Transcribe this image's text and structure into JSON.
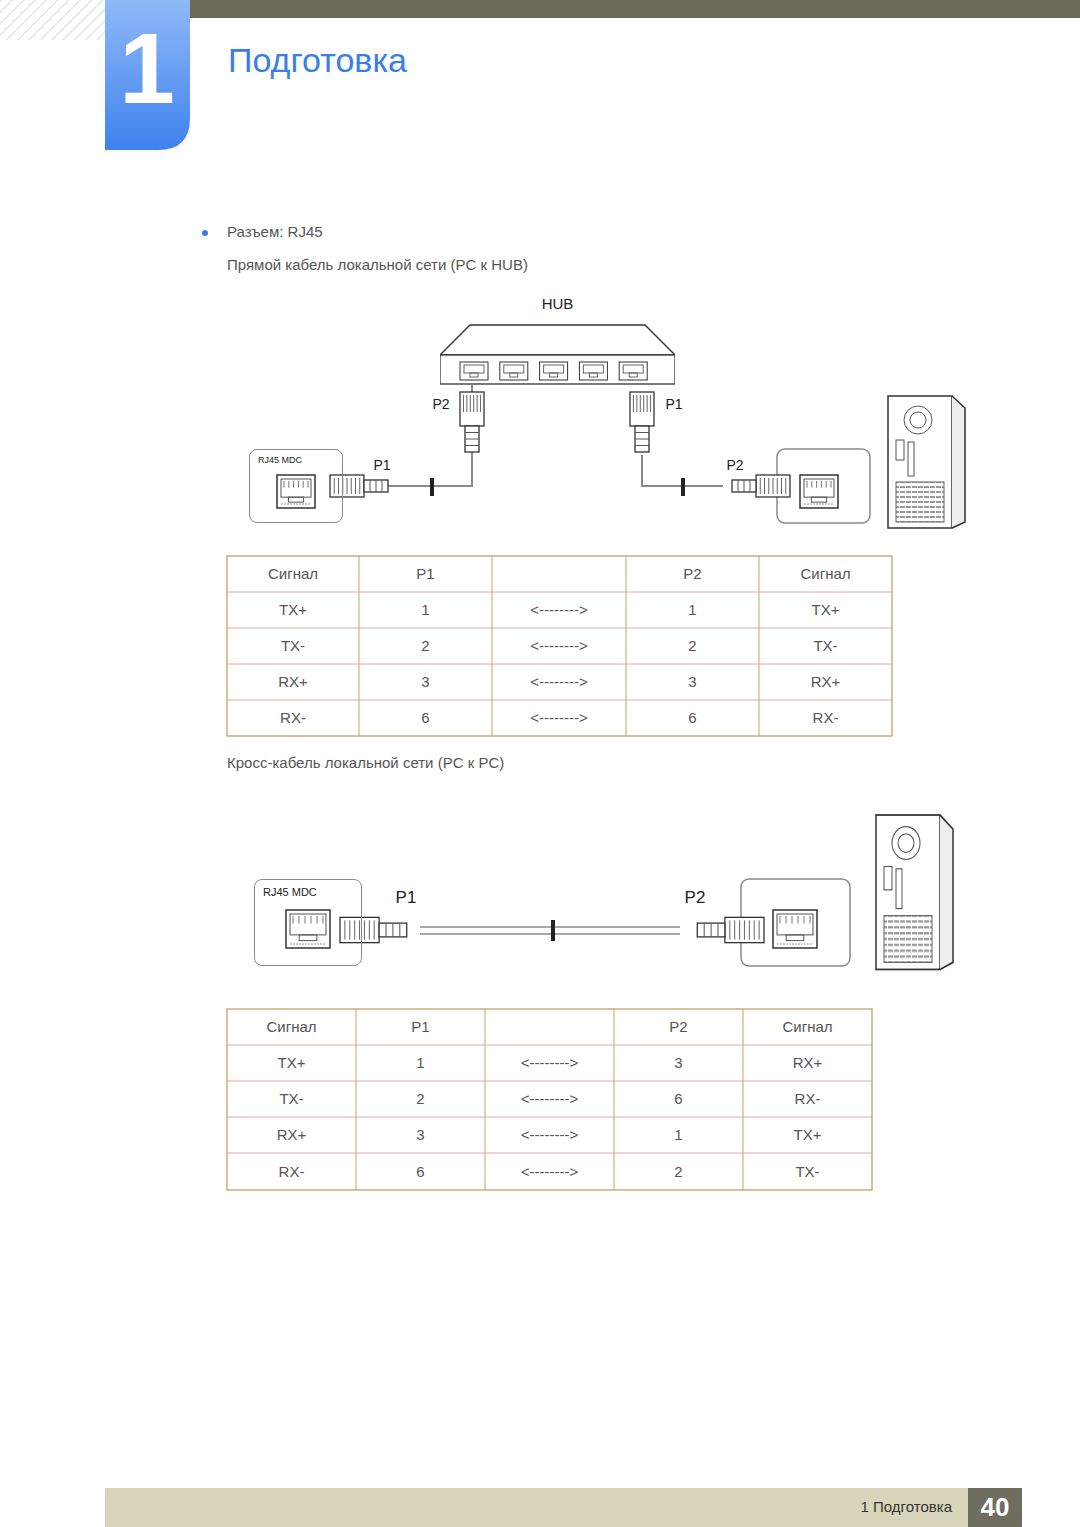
{
  "diagram": {
    "title": "Подготовка",
    "nodes": [
      {
        "text": [
          "HUB"
        ]
      },
      {
        "text": [
          "RJ45 MDC"
        ]
      },
      {
        "text": [
          "RJ45 MDC"
        ]
      }
    ],
    "edges": [
      {
        "from": 1,
        "to": 0,
        "arrow": "none"
      }
    ],
    "labels": [
      "1",
      "Разъем: RJ45",
      "Прямой кабель локальной сети (PC к HUB)",
      "P2",
      "P1",
      "P1",
      "P2",
      "Сигнал",
      "P1",
      "P2",
      "Сигнал",
      "TX+",
      "1",
      "<-------->",
      "1",
      "TX+",
      "TX-",
      "2",
      "<-------->",
      "2",
      "TX-",
      "RX+",
      "3",
      "<-------->",
      "3",
      "RX+",
      "RX-",
      "6",
      "<-------->",
      "6",
      "RX-",
      "Кросс-кабель локальной сети (PC к PC)",
      "P1",
      "P2",
      "Сигнал",
      "P1",
      "P2",
      "Сигнал",
      "TX+",
      "1",
      "<-------->",
      "3",
      "RX+",
      "TX-",
      "2",
      "<-------->",
      "6",
      "RX-",
      "RX+",
      "3",
      "<-------->",
      "1",
      "TX+",
      "RX-",
      "6",
      "<-------->",
      "2",
      "TX-",
      "1 Подготовка",
      "40"
    ]
  }
}
